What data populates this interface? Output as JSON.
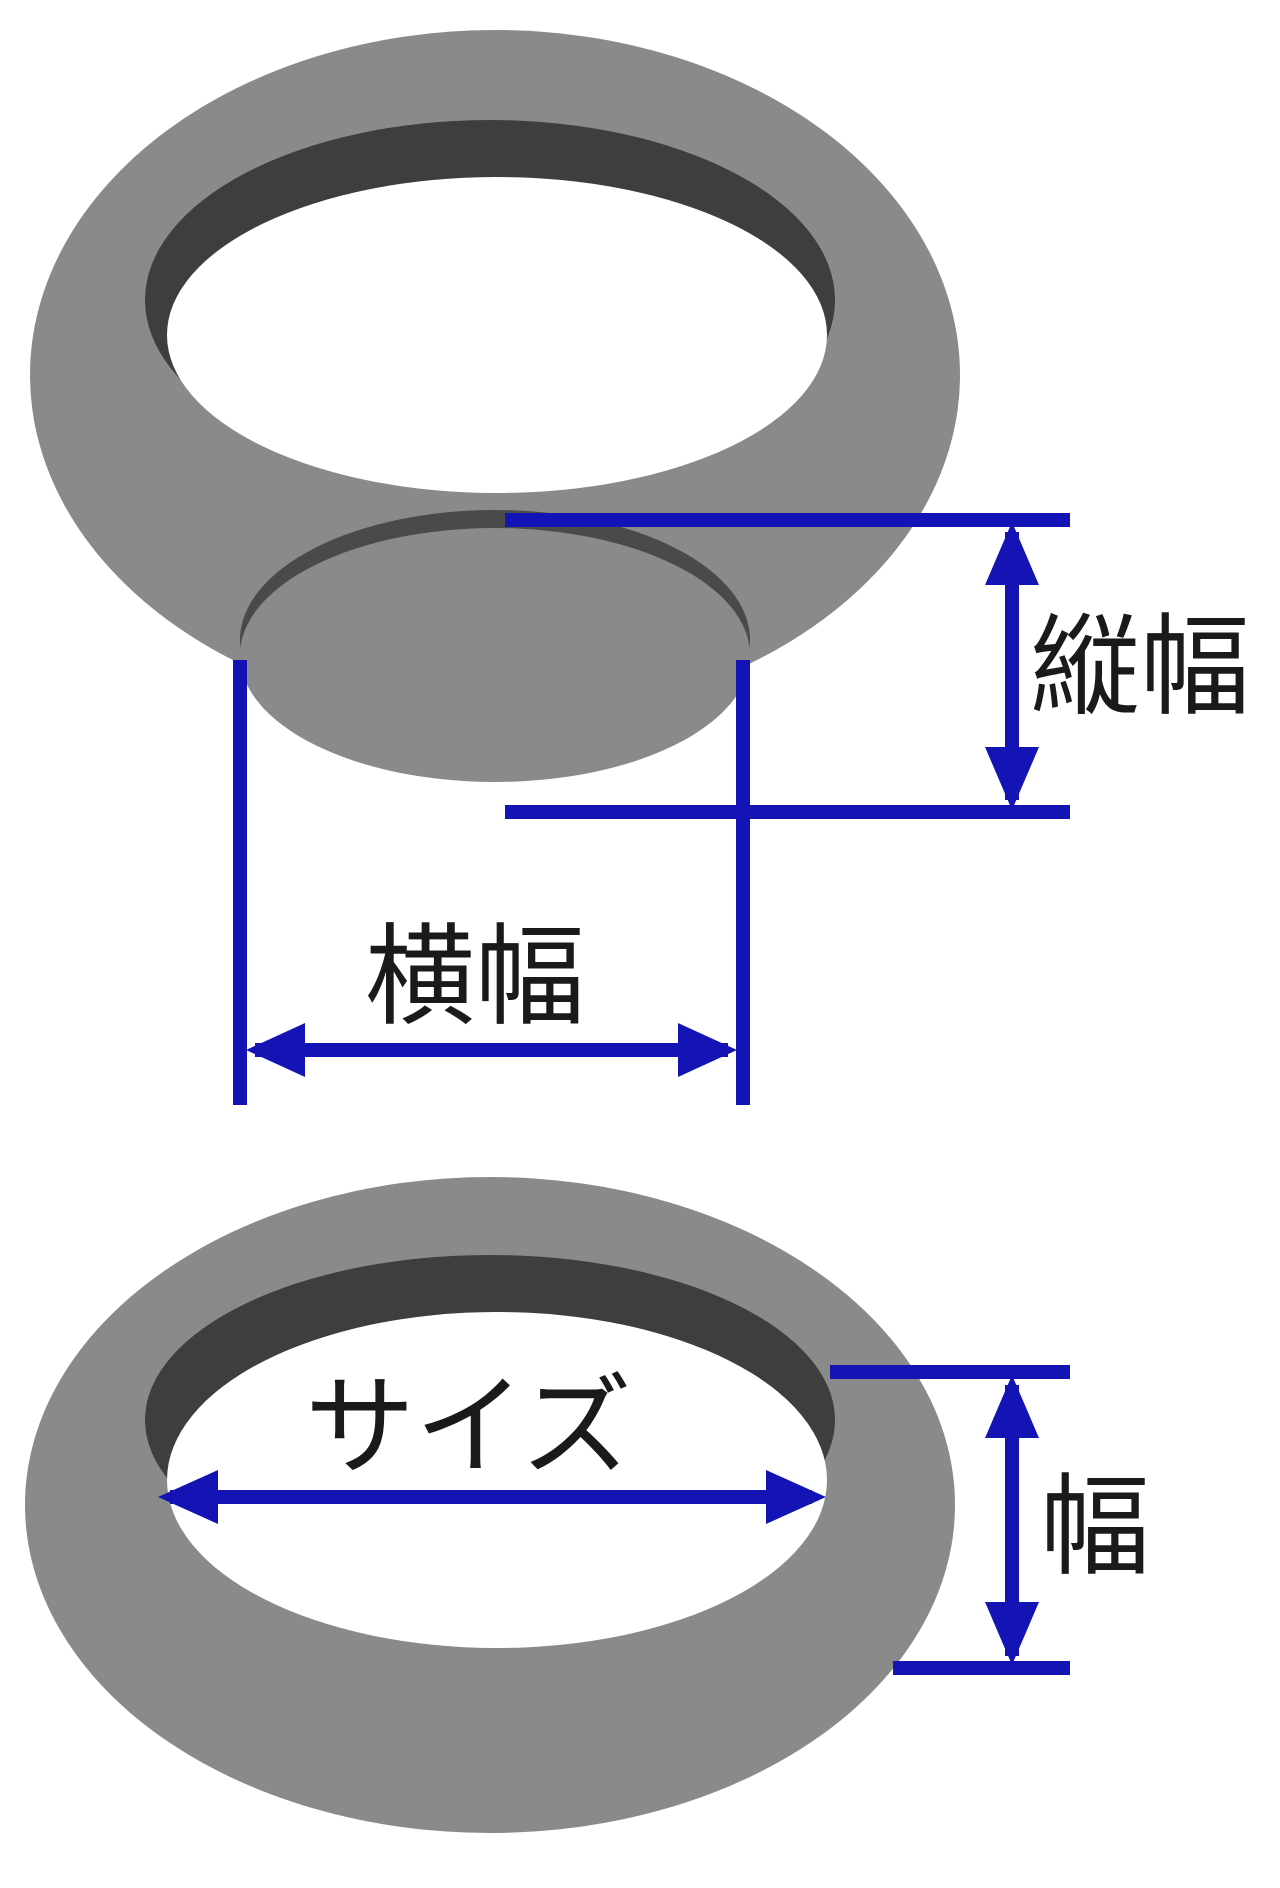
{
  "labels": {
    "vertical_width": "縦幅",
    "horizontal_width": "横幅",
    "size": "サイズ",
    "width": "幅"
  },
  "colors": {
    "ring": "#8a8a8a",
    "ring_inner_wall": "#3e3e3e",
    "hole": "#ffffff",
    "dimension_line": "#1414b4",
    "label_text": "#1a1a1a"
  }
}
